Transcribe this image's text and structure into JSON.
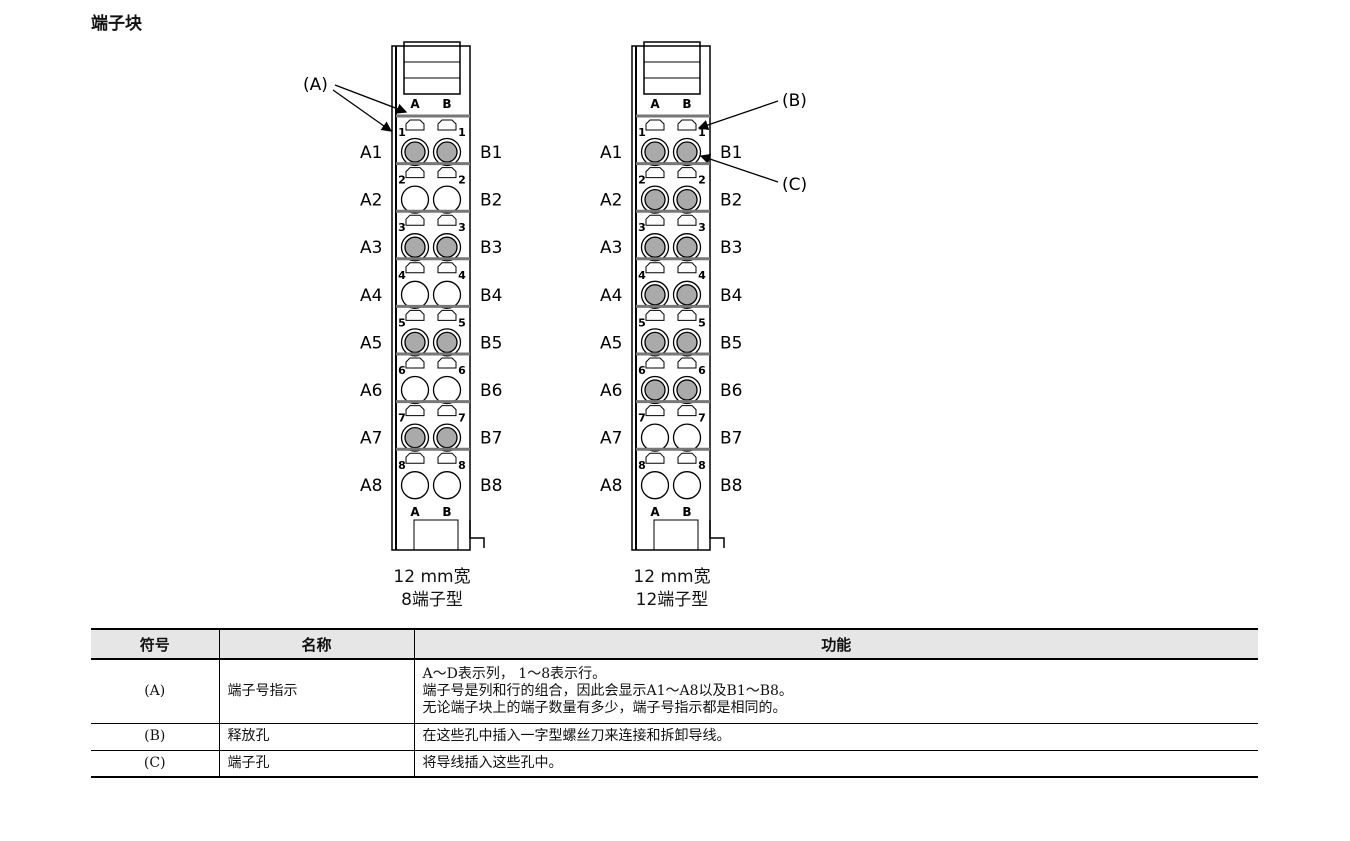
{
  "heading": "端子块",
  "blocks": [
    {
      "caption_width": "12 mm宽",
      "caption_type": "8端子型",
      "filled_rows": [
        1,
        3,
        5,
        7
      ]
    },
    {
      "caption_width": "12 mm宽",
      "caption_type": "12端子型",
      "filled_rows": [
        1,
        2,
        3,
        4,
        5,
        6
      ]
    }
  ],
  "row_labels_a": [
    "A1",
    "A2",
    "A3",
    "A4",
    "A5",
    "A6",
    "A7",
    "A8"
  ],
  "row_labels_b": [
    "B1",
    "B2",
    "B3",
    "B4",
    "B5",
    "B6",
    "B7",
    "B8"
  ],
  "row_numbers": [
    "1",
    "2",
    "3",
    "4",
    "5",
    "6",
    "7",
    "8"
  ],
  "col_letters": [
    "A",
    "B"
  ],
  "callouts": {
    "a": "(A)",
    "b": "(B)",
    "c": "(C)"
  },
  "table": {
    "headers": [
      "符号",
      "名称",
      "功能"
    ],
    "rows": [
      {
        "symbol": "(A)",
        "name": "端子号指示",
        "function": [
          "A～D表示列， 1～8表示行。",
          "端子号是列和行的组合，因此会显示A1～A8以及B1～B8。",
          "无论端子块上的端子数量有多少，端子号指示都是相同的。"
        ]
      },
      {
        "symbol": "(B)",
        "name": "释放孔",
        "function": [
          "在这些孔中插入一字型螺丝刀来连接和拆卸导线。"
        ]
      },
      {
        "symbol": "(C)",
        "name": "端子孔",
        "function": [
          "将导线插入这些孔中。"
        ]
      }
    ]
  }
}
